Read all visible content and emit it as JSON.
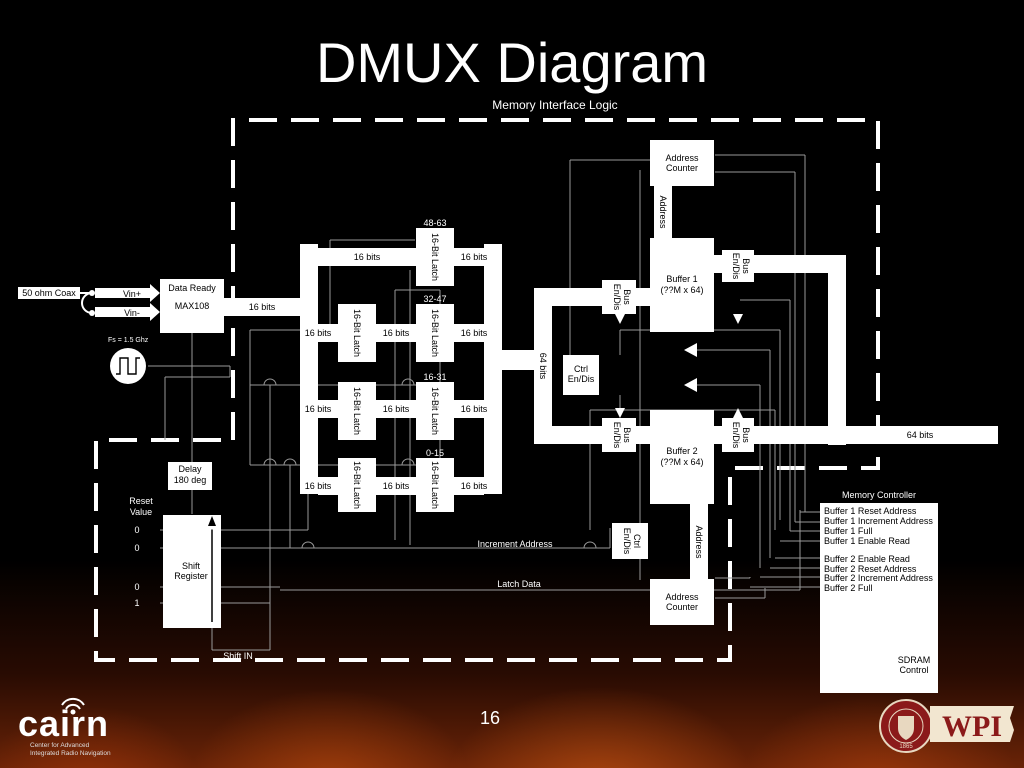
{
  "slide": {
    "title": "DMUX Diagram",
    "page_number": "16"
  },
  "diagram": {
    "memory_interface_label": "Memory Interface Logic",
    "coax_label": "50 ohm Coax",
    "vin_plus": "Vin+",
    "vin_minus": "Vin-",
    "fs_label": "Fs = 1.5 Ghz",
    "adc": {
      "line1": "Data Ready",
      "line2": "MAX108"
    },
    "adc_bus": "16 bits",
    "delay": {
      "line1": "Delay",
      "line2": "180 deg"
    },
    "reset_value": {
      "line1": "Reset",
      "line2": "Value"
    },
    "shift_bits": [
      "0",
      "0",
      "0",
      "1"
    ],
    "shift_register": {
      "line1": "Shift",
      "line2": "Register"
    },
    "shift_in": "Shift IN",
    "latch_label": "16-Bit Latch",
    "latch_groups": [
      "48-63",
      "32-47",
      "16-31",
      "0-15"
    ],
    "bus_16": "16 bits",
    "bus_64": "64 bits",
    "out_64": "64 bits",
    "ctrl_label": {
      "line1": "Ctrl",
      "line2": "En/Dis"
    },
    "bus_en_label": {
      "line1": "Bus",
      "line2": "En/Dis"
    },
    "buffer1": {
      "line1": "Buffer 1",
      "line2": "(??M x 64)"
    },
    "buffer2": {
      "line1": "Buffer 2",
      "line2": "(??M x 64)"
    },
    "address_counter": {
      "line1": "Address",
      "line2": "Counter"
    },
    "address_label": "Address",
    "increment_address": "Increment Address",
    "latch_data": "Latch Data",
    "memory_controller": {
      "title": "Memory Controller",
      "signals": [
        "Buffer 1 Reset Address",
        "Buffer 1 Increment Address",
        "Buffer 1 Full",
        "Buffer 1 Enable Read",
        "Buffer 2 Enable Read",
        "Buffer 2 Reset Address",
        "Buffer 2 Increment Address",
        "Buffer 2 Full"
      ],
      "sdram": {
        "line1": "SDRAM",
        "line2": "Control"
      }
    }
  },
  "footer": {
    "cairn_word": "cairn",
    "cairn_sub1": "Center for Advanced",
    "cairn_sub2": "Integrated Radio Navigation",
    "wpi_word": "WPI",
    "seal_year": "1865"
  }
}
